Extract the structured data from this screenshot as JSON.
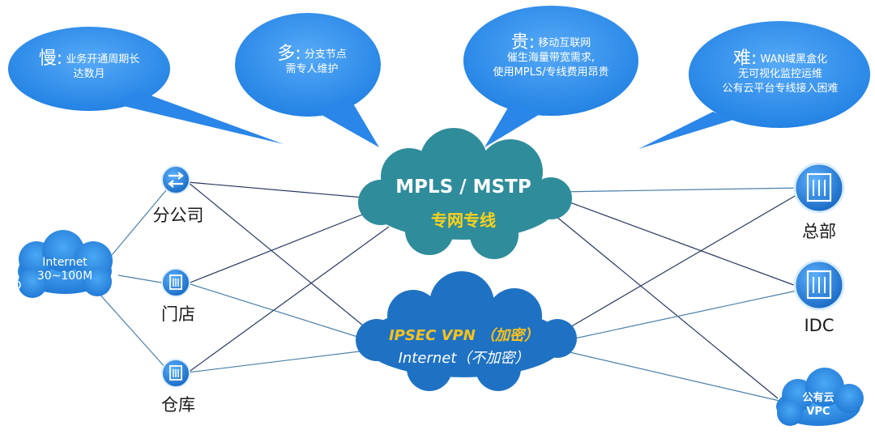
{
  "bubbles": {
    "slow": {
      "key": "慢:",
      "lines": [
        "业务开通周期长",
        "达数月"
      ]
    },
    "many": {
      "key": "多:",
      "lines": [
        "分支节点",
        "需专人维护"
      ]
    },
    "expensive": {
      "key": "贵:",
      "lines": [
        "移动互联网",
        "催生海量带宽需求,",
        "使用MPLS/专线费用昂贵"
      ]
    },
    "hard": {
      "key": "难:",
      "lines": [
        "WAN域黑盒化",
        "无可视化监控运维",
        "公有云平台专线接入困难"
      ]
    }
  },
  "nodes": {
    "branch": "分公司",
    "store": "门店",
    "warehouse": "仓库",
    "hq": "总部",
    "idc": "IDC"
  },
  "clouds": {
    "internet": [
      "Internet",
      "30~100M"
    ],
    "mpls": {
      "title": "MPLS / MSTP",
      "subtitle": "专网专线"
    },
    "vpn": {
      "title": "IPSEC VPN （加密）",
      "subtitle": "Internet（不加密）"
    },
    "public_cloud": [
      "公有云",
      "VPC"
    ]
  },
  "icons": {
    "branch": "exchange-arrows-icon",
    "site": "building-icon"
  },
  "colors": {
    "bubble": "#2e8ef0",
    "mpls_cloud": "#2f8c9b",
    "vpn_cloud": "#1f72c3",
    "link": "#283860",
    "accent": "#ffd21a"
  }
}
